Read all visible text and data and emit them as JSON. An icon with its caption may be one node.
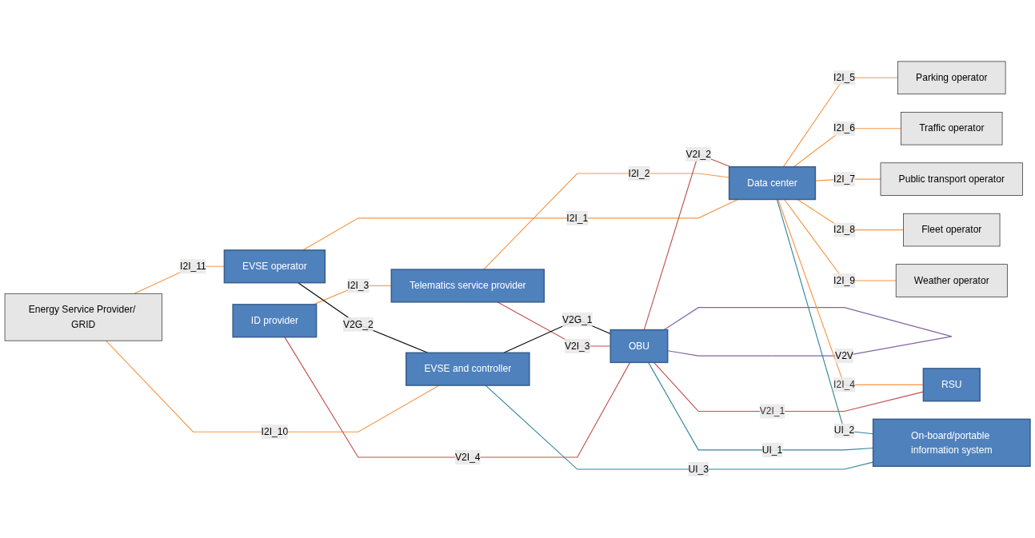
{
  "diagram": {
    "nodes": [
      {
        "text": [
          "Energy Service Provider/ GRID"
        ]
      },
      {
        "text": [
          "ID provider"
        ]
      },
      {
        "text": [
          "Telematics service provider"
        ]
      },
      {
        "text": [
          "Parking operator"
        ]
      },
      {
        "text": [
          "EVSE  operator"
        ]
      },
      {
        "text": [
          "Traffic operator"
        ]
      },
      {
        "text": [
          "EVSE and controller"
        ]
      },
      {
        "text": [
          "OBU"
        ]
      },
      {
        "text": [
          "Data center"
        ]
      },
      {
        "text": [
          "Public transport operator"
        ]
      },
      {
        "text": [
          "Fleet operator"
        ]
      },
      {
        "text": [
          "On-board/portable information system"
        ]
      },
      {
        "text": [
          "RSU"
        ]
      },
      {
        "text": [
          "Weather operator"
        ]
      }
    ],
    "edges": [
      {
        "from": 0,
        "to": 4,
        "arrow": "none",
        "label": "I2I_11"
      },
      {
        "from": 0,
        "to": 6,
        "arrow": "none",
        "label": "I2I_10"
      },
      {
        "from": 1,
        "to": 2,
        "arrow": "none",
        "label": "I2I_3"
      },
      {
        "from": 4,
        "to": 6,
        "arrow": "none",
        "label": "V2G_2",
        "color": "#000000"
      },
      {
        "from": 4,
        "to": 8,
        "arrow": "none",
        "label": "I2I_1"
      },
      {
        "from": 1,
        "to": 7,
        "arrow": "none",
        "label": "V2I_4",
        "color": "#c0504d"
      },
      {
        "from": 2,
        "to": 7,
        "arrow": "none",
        "label": "V2I_3",
        "color": "#c0504d"
      },
      {
        "from": 2,
        "to": 8,
        "arrow": "none",
        "label": "I2I_2"
      },
      {
        "from": 7,
        "to": 7,
        "arrow": "none",
        "label": "V2V",
        "color": "#8064a2"
      },
      {
        "from": 6,
        "to": 7,
        "arrow": "none",
        "label": "V2G_1",
        "color": "#000000"
      },
      {
        "from": 7,
        "to": 8,
        "arrow": "none",
        "label": "V2I_2",
        "color": "#c0504d"
      },
      {
        "from": 8,
        "to": 3,
        "arrow": "none",
        "label": "I2I_5"
      },
      {
        "from": 8,
        "to": 5,
        "arrow": "none",
        "label": "I2I_6"
      },
      {
        "from": 8,
        "to": 9,
        "arrow": "none",
        "label": "I2I_7"
      },
      {
        "from": 8,
        "to": 10,
        "arrow": "none",
        "label": "I2I_8"
      },
      {
        "from": 8,
        "to": 13,
        "arrow": "none",
        "label": "I2I_9"
      },
      {
        "from": 6,
        "to": 11,
        "arrow": "none",
        "label": "UI_3",
        "color": "#31859c"
      },
      {
        "from": 7,
        "to": 11,
        "arrow": "none",
        "label": "UI_1",
        "color": "#31859c"
      },
      {
        "from": 8,
        "to": 11,
        "arrow": "none",
        "label": "UI_2",
        "color": "#31859c"
      },
      {
        "from": 7,
        "to": 12,
        "arrow": "none",
        "label": "V2I_1",
        "color": "#c0504d"
      },
      {
        "from": 8,
        "to": 12,
        "arrow": "none",
        "label": "I2I_4"
      }
    ]
  }
}
